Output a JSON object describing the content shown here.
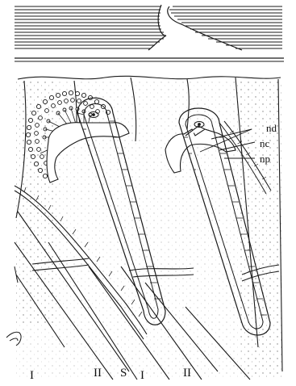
{
  "figure": {
    "ink_color": "#1a1a1a",
    "background_color": "#ffffff",
    "labels": {
      "nd": "nd",
      "nc": "nc",
      "np": "np",
      "layer_I_left": "I",
      "layer_II_left": "II",
      "layer_S": "S",
      "layer_I_right": "I",
      "layer_II_right": "II"
    }
  }
}
